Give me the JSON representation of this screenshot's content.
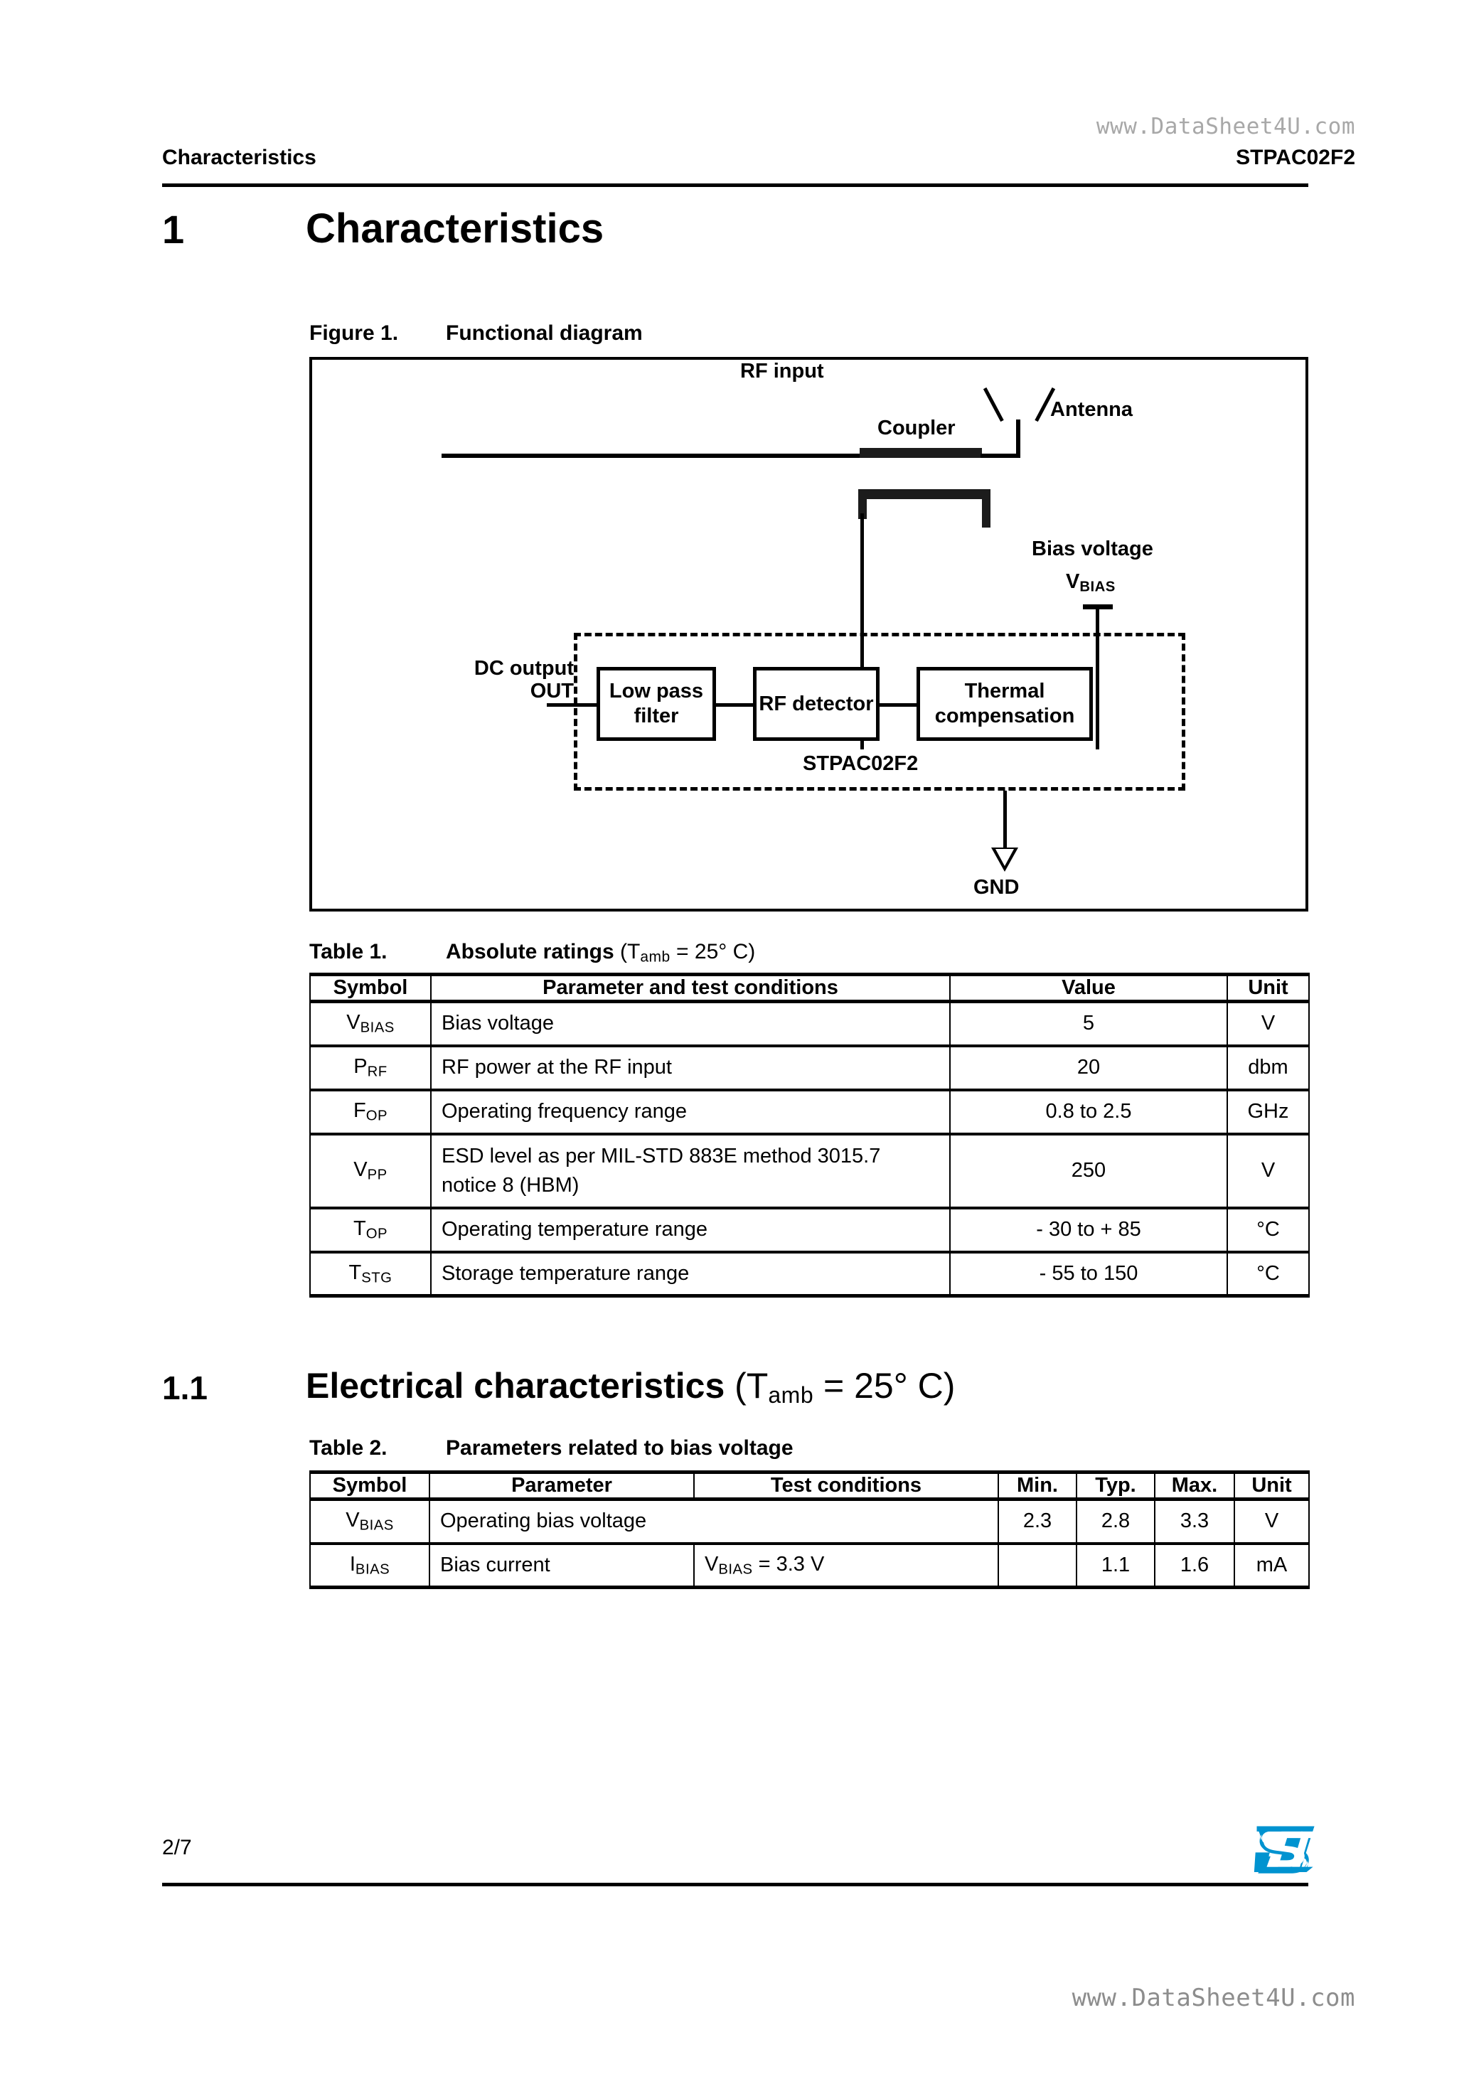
{
  "watermark": {
    "top": "www.DataSheet4U.com",
    "bottom": "www.DataSheet4U.com",
    "color": "#a8a8a8"
  },
  "header": {
    "left": "Characteristics",
    "right": "STPAC02F2"
  },
  "chapter": {
    "number": "1",
    "title": "Characteristics"
  },
  "figure": {
    "label": "Figure 1.",
    "title": "Functional diagram",
    "diagram": {
      "antenna_label": "Antenna",
      "coupler_label": "Coupler",
      "bias_label": "Bias voltage",
      "bias_symbol_main": "V",
      "bias_symbol_sub": "BIAS",
      "rf_input_label": "RF input",
      "dc_output_label": "DC output",
      "dc_output_pin": "OUT",
      "gnd_label": "GND",
      "device_label": "STPAC02F2",
      "blocks": [
        {
          "line1": "Low pass",
          "line2": "filter"
        },
        {
          "line1": "RF detector",
          "line2": ""
        },
        {
          "line1": "Thermal",
          "line2": "compensation"
        }
      ]
    }
  },
  "table1": {
    "label": "Table 1.",
    "title_bold": "Absolute ratings",
    "title_cond_pre": " (T",
    "title_cond_sub": "amb",
    "title_cond_post": " = 25° C)",
    "columns": [
      "Symbol",
      "Parameter and test conditions",
      "Value",
      "Unit"
    ],
    "rows": [
      {
        "symbol_main": "V",
        "symbol_sub": "BIAS",
        "param": "Bias voltage",
        "value": "5",
        "unit": "V"
      },
      {
        "symbol_main": "P",
        "symbol_sub": "RF",
        "param": "RF power at the RF input",
        "value": "20",
        "unit": "dbm"
      },
      {
        "symbol_main": "F",
        "symbol_sub": "OP",
        "param": "Operating frequency range",
        "value": "0.8 to 2.5",
        "unit": "GHz"
      },
      {
        "symbol_main": "V",
        "symbol_sub": "PP",
        "param": "ESD level as per MIL-STD 883E method 3015.7 notice 8 (HBM)",
        "value": "250",
        "unit": "V"
      },
      {
        "symbol_main": "T",
        "symbol_sub": "OP",
        "param": "Operating temperature range",
        "value": "- 30 to + 85",
        "unit": "°C"
      },
      {
        "symbol_main": "T",
        "symbol_sub": "STG",
        "param": "Storage temperature range",
        "value": "- 55 to 150",
        "unit": "°C"
      }
    ]
  },
  "section11": {
    "number": "1.1",
    "title_bold": "Electrical characteristics",
    "title_cond_pre": " (T",
    "title_cond_sub": "amb",
    "title_cond_post": " = 25° C)"
  },
  "table2": {
    "label": "Table 2.",
    "title": "Parameters related to bias voltage",
    "columns": [
      "Symbol",
      "Parameter",
      "Test conditions",
      "Min.",
      "Typ.",
      "Max.",
      "Unit"
    ],
    "rows": [
      {
        "symbol_main": "V",
        "symbol_sub": "BIAS",
        "param": "Operating bias voltage",
        "param_spans": true,
        "cond_main": "",
        "cond_sub": "",
        "cond_post": "",
        "min": "2.3",
        "typ": "2.8",
        "max": "3.3",
        "unit": "V"
      },
      {
        "symbol_main": "I",
        "symbol_sub": "BIAS",
        "param": "Bias current",
        "param_spans": false,
        "cond_main": "V",
        "cond_sub": "BIAS",
        "cond_post": " = 3.3 V",
        "min": "",
        "typ": "1.1",
        "max": "1.6",
        "unit": "mA"
      }
    ]
  },
  "footer": {
    "page": "2/7",
    "logo_name": "ST",
    "logo_color": "#0093d0"
  }
}
